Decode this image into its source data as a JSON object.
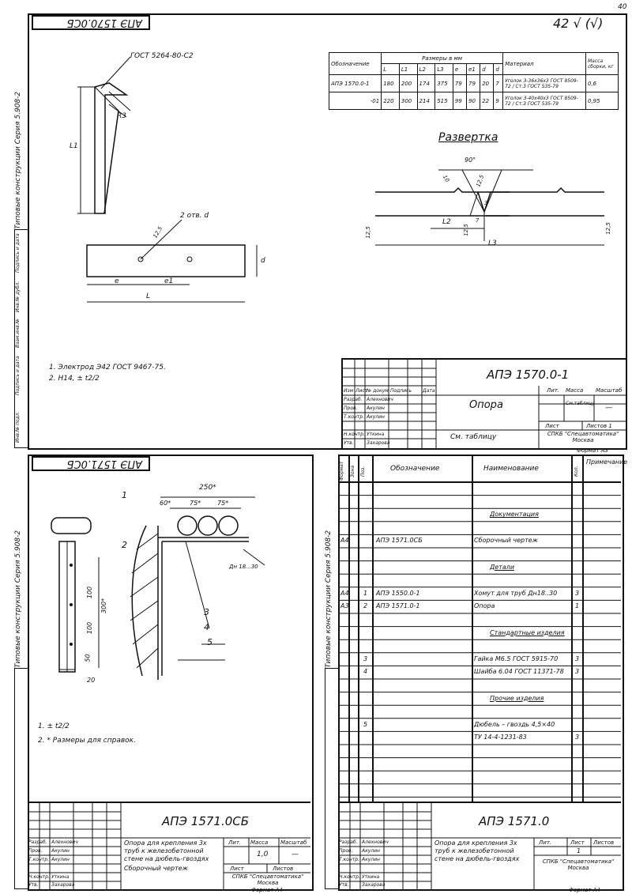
{
  "top_sheet": {
    "stamp": "АПЭ 1570.0СБ",
    "page_number": "42",
    "page_mark": "√ (√)",
    "corner_number": "40",
    "series": "Типовые конструкции  Серия  5.908-2",
    "weld_label": "ГОСТ 5264-80-С2",
    "r_label": "R3",
    "l1_label": "L1",
    "hole_label": "2 отв. d",
    "dim_125": "12,5",
    "dim_d": "d",
    "dim_e": "e",
    "dim_e1": "e1",
    "dim_L": "L",
    "notes": [
      "1. Электрод Э42 ГОСТ 9467-75.",
      "2. Н14, ± t2/2"
    ],
    "table": {
      "header_span": "Размеры в мм",
      "col_designation": "Обозначение",
      "cols": [
        "L",
        "L1",
        "L2",
        "L3",
        "e",
        "e1",
        "d",
        "d"
      ],
      "col_material": "Материал",
      "col_mass": "Масса сборки, кг",
      "rows": [
        {
          "designation": "АПЭ 1570.0-1",
          "vals": [
            "180",
            "200",
            "174",
            "375",
            "79",
            "79",
            "20",
            "7"
          ],
          "material": "Уголок 3-36x36x3 ГОСТ 8509-72 / Ст.3 ГОСТ 535-79",
          "mass": "0,6"
        },
        {
          "designation": "-01",
          "vals": [
            "220",
            "300",
            "214",
            "515",
            "99",
            "90",
            "22",
            "9"
          ],
          "material": "Уголок 3-40x40x3 ГОСТ 8509-72 / Ст.3 ГОСТ 535-79",
          "mass": "0,95"
        }
      ]
    },
    "razvertka": {
      "title": "Развертка",
      "angle": "90°",
      "d1": "10",
      "d2": "12,5",
      "d3": "3",
      "d4": "7",
      "d5": "12,5",
      "d6": "12,5",
      "d7": "12,5",
      "l2": "L2",
      "l3": "L3"
    },
    "title_block": {
      "doc": "АПЭ 1570.0-1",
      "name": "Опора",
      "material_text": "См. таблицу",
      "lit": "Лит.",
      "massa": "Масса",
      "masshtab": "Масштаб",
      "mass_value": "См.таблицу",
      "scale_value": "—",
      "list": "Лист",
      "listov": "Листов 1",
      "org": "СПКБ \"Спецавтоматика\" Москва",
      "format": "Формат А3",
      "heads": [
        "Изм",
        "Лист",
        "№ докум.",
        "Подпись",
        "Дата"
      ],
      "roles": [
        "Разраб.",
        "Пров.",
        "Т.контр.",
        "Н.контр.",
        "Утв."
      ],
      "names": [
        "Алехнович",
        "Акулин",
        "Акулин",
        "Уткина",
        "Захарова"
      ]
    },
    "side_labels": [
      "Инв.№ подл.",
      "Подпись и дата",
      "Взам.инв.№",
      "Инв.№ дубл.",
      "Подпись и дата"
    ]
  },
  "bottom_left": {
    "stamp": "АПЭ 1571.0СБ",
    "series": "Типовые конструкции  Серия  5.908-2",
    "dims": {
      "d250": "250*",
      "d60": "60*",
      "d75a": "75*",
      "d75b": "75*",
      "d100a": "100",
      "d100b": "100",
      "d300": "300*",
      "d50": "50",
      "d20": "20",
      "dn": "Дн 18...30"
    },
    "callouts": [
      "1",
      "2",
      "3",
      "4",
      "5"
    ],
    "notes": [
      "1.  ± t2/2",
      "2. * Размеры для справок."
    ],
    "title_block": {
      "doc": "АПЭ 1571.0СБ",
      "name": "Опора для крепления 3х труб к железобетонной стене на дюбель-гвоздях",
      "subtitle": "Сборочный чертеж",
      "mass": "1,0",
      "scale": "—",
      "lit": "Лит.",
      "massa": "Масса",
      "masshtab": "Масштаб",
      "list": "Лист",
      "listov": "Листов",
      "org": "СПКБ \"Спецавтоматика\" Москва",
      "format": "Формат А4",
      "roles": [
        "Разраб.",
        "Пров.",
        "Т.контр.",
        "Н.контр.",
        "Утв."
      ],
      "names": [
        "Алехнович",
        "Акулин",
        "Акулин",
        "Уткина",
        "Захарова"
      ]
    }
  },
  "bottom_right": {
    "series": "Типовые конструкции  Серия  5.908-2",
    "headers": {
      "format": "Формат",
      "zone": "Зона",
      "pos": "Поз.",
      "designation": "Обозначение",
      "name": "Наименование",
      "qty": "Кол.",
      "note": "Примечание"
    },
    "rows": [
      {
        "format": "",
        "pos": "",
        "designation": "",
        "name": "Документация",
        "qty": "",
        "section": true
      },
      {
        "format": "А4",
        "pos": "",
        "designation": "АПЭ 1571.0СБ",
        "name": "Сборочный чертеж",
        "qty": "",
        "section": false
      },
      {
        "format": "",
        "pos": "",
        "designation": "",
        "name": "Детали",
        "qty": "",
        "section": true
      },
      {
        "format": "А4",
        "pos": "1",
        "designation": "АПЭ 1550.0-1",
        "name": "Хомут для труб Дн18..30",
        "qty": "3",
        "section": false
      },
      {
        "format": "А3",
        "pos": "2",
        "designation": "АПЭ 1571.0-1",
        "name": "Опора",
        "qty": "1",
        "section": false
      },
      {
        "format": "",
        "pos": "",
        "designation": "",
        "name": "Стандартные изделия",
        "qty": "",
        "section": true
      },
      {
        "format": "",
        "pos": "3",
        "designation": "",
        "name": "Гайка М6.5 ГОСТ 5915-70",
        "qty": "3",
        "section": false
      },
      {
        "format": "",
        "pos": "4",
        "designation": "",
        "name": "Шайба 6.04 ГОСТ 11371-78",
        "qty": "3",
        "section": false
      },
      {
        "format": "",
        "pos": "",
        "designation": "",
        "name": "Прочие изделия",
        "qty": "",
        "section": true
      },
      {
        "format": "",
        "pos": "5",
        "designation": "",
        "name": "Дюбель – гвоздь 4,5×40",
        "qty": "",
        "section": false
      },
      {
        "format": "",
        "pos": "",
        "designation": "",
        "name": "ТУ 14-4-1231-83",
        "qty": "3",
        "section": false
      }
    ],
    "title_block": {
      "doc": "АПЭ 1571.0",
      "name": "Опора для крепления 3х труб к железобетонной стене на дюбель-гвоздях",
      "lit": "Лит.",
      "list": "Лист",
      "listov": "Листов",
      "list_value": "1",
      "org": "СПКБ \"Спецавтоматика\" Москва",
      "format": "Формат А4",
      "roles": [
        "Разраб.",
        "Пров.",
        "Т.контр.",
        "Н.контр.",
        "Утв."
      ],
      "names": [
        "Алехнович",
        "Акулин",
        "Акулин",
        "Уткина",
        "Захарова"
      ]
    }
  }
}
